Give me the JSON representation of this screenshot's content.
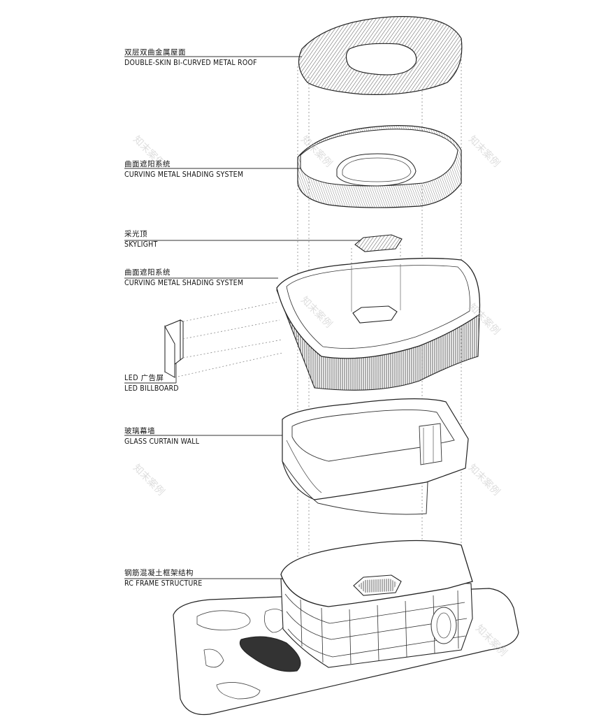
{
  "labels": {
    "roof": {
      "cn": "双层双曲金属屋面",
      "en": "DOUBLE-SKIN BI-CURVED METAL ROOF"
    },
    "shade1": {
      "cn": "曲面遮阳系统",
      "en": "CURVING  METAL SHADING SYSTEM"
    },
    "sky": {
      "cn": "采光顶",
      "en": "SKYLIGHT"
    },
    "shade2": {
      "cn": "曲面遮阳系统",
      "en": "CURVING  METAL SHADING SYSTEM"
    },
    "led": {
      "cn": "LED 广告屏",
      "en": "LED BILLBOARD"
    },
    "glass": {
      "cn": "玻璃幕墙",
      "en": "GLASS CURTAIN WALL"
    },
    "rc": {
      "cn": "钢筋混凝土框架结构",
      "en": "RC FRAME STRUCTURE"
    }
  },
  "watermark": "知末案例",
  "colors": {
    "line": "#222222",
    "lightline": "#9a9a9a",
    "fill": "#ffffff",
    "dark": "#333333"
  }
}
